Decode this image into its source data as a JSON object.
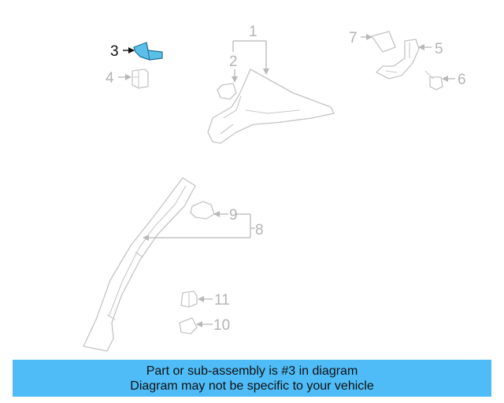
{
  "highlight_color": "#5bbfe8",
  "banner_color": "#4fbcf7",
  "callouts": {
    "c1": "1",
    "c2": "2",
    "c3": "3",
    "c4": "4",
    "c5": "5",
    "c6": "6",
    "c7": "7",
    "c8": "8",
    "c9": "9",
    "c10": "10",
    "c11": "11"
  },
  "banner": {
    "line1": "Part or sub-assembly is #3 in diagram",
    "line2": "Diagram may not be specific to your vehicle"
  }
}
